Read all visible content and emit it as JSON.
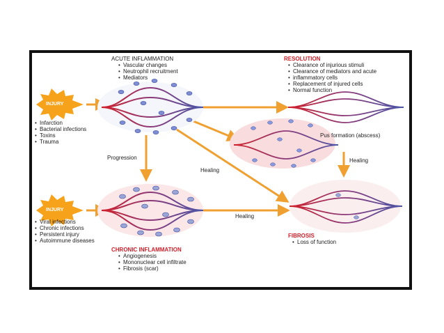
{
  "acute": {
    "title": "ACUTE INFLAMMATION",
    "items": [
      "Vascular changes",
      "Neutrophil recruitment",
      "Mediators"
    ]
  },
  "resolution": {
    "title": "RESOLUTION",
    "items": [
      "Clearance of injurious stimuli",
      "Clearance of mediators and acute",
      "inflammatory cells",
      "Replacement of injured cells",
      "Normal function"
    ]
  },
  "injury_top": {
    "label": "INJURY",
    "causes": [
      "Infarction",
      "Bacterial infections",
      "Toxins",
      "Trauma"
    ]
  },
  "injury_bottom": {
    "label": "INJURY",
    "causes": [
      "Viral infections",
      "Chronic infections",
      "Persistent injury",
      "Autoimmune diseases"
    ]
  },
  "chronic": {
    "title": "CHRONIC INFLAMMATION",
    "items": [
      "Angiogenesis",
      "Mononuclear cell infiltrate",
      "Fibrosis (scar)"
    ]
  },
  "fibrosis": {
    "title": "FIBROSIS",
    "items": [
      "Loss of function"
    ]
  },
  "labels": {
    "abscess": "Pus formation (abscess)",
    "progression": "Progression",
    "healing_diagonal": "Healing",
    "healing_right": "Healing",
    "healing_bottom": "Healing"
  },
  "colors": {
    "artery": "#d0202a",
    "vein": "#4a55a6",
    "arrow": "#f0a030",
    "starburst": "#f7a21b",
    "title_red": "#d0202a"
  }
}
